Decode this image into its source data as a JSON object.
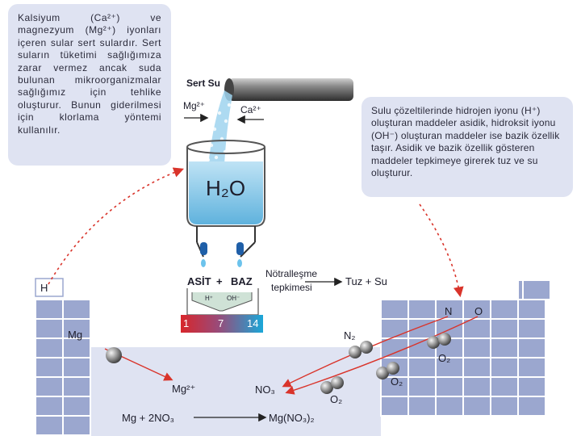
{
  "info_left": "Kalsiyum (Ca²⁺) ve magnezyum (Mg²⁺) iyonları içeren sular sert sulardır. Sert suların tüketimi sağlığımıza zarar vermez ancak suda bulunan mikroorganizmalar sağlığımız için tehlike oluşturur. Bunun giderilmesi için klorlama yöntemi kullanılır.",
  "info_right": "Sulu çözeltilerinde hidrojen iyonu (H⁺) oluşturan maddeler asidik, hidroksit iyonu (OH⁻) oluşturan maddeler ise bazik özellik taşır. Asidik ve bazik özellik gösteren maddeler tepkimeye girerek tuz ve su oluşturur.",
  "beaker": {
    "pipe_label": "Sert Su",
    "mg_ion": "Mg²⁺",
    "ca_ion": "Ca²⁺",
    "water": "H₂O"
  },
  "reaction": {
    "acid": "ASİT",
    "plus": "+",
    "base": "BAZ",
    "name_line1": "Nötralleşme",
    "name_line2": "tepkimesi",
    "product": "Tuz + Su",
    "h_ion": "H⁺",
    "oh_ion": "OH⁻"
  },
  "ph_scale": {
    "min": "1",
    "mid": "7",
    "max": "14"
  },
  "periodic": {
    "h": "H",
    "mg": "Mg",
    "n": "N",
    "o": "O",
    "n2": "N₂",
    "o2_a": "O₂",
    "o2_b": "O₂",
    "o2_c": "O₂",
    "mg_ion": "Mg²⁺",
    "no3": "NO₃",
    "eq_left": "Mg + 2NO₃",
    "eq_right": "Mg(NO₃)₂"
  },
  "colors": {
    "cell": "#9ba7cf",
    "cell_border": "#ffffff",
    "panel": "#dfe3f2",
    "arrow_dashed": "#d9342b"
  }
}
